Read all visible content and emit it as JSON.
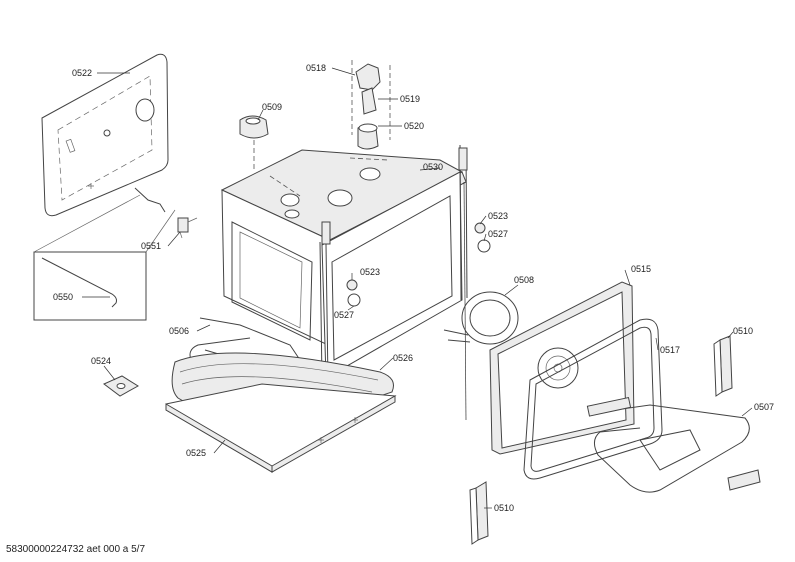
{
  "callouts": {
    "c0522": "0522",
    "c0518": "0518",
    "c0519": "0519",
    "c0509": "0509",
    "c0520": "0520",
    "c0530": "0530",
    "c0523a": "0523",
    "c0527a": "0527",
    "c0551": "0551",
    "c0550": "0550",
    "c0523b": "0523",
    "c0527b": "0527",
    "c0508": "0508",
    "c0515": "0515",
    "c0506": "0506",
    "c0526": "0526",
    "c0524": "0524",
    "c0517": "0517",
    "c0510a": "0510",
    "c0507": "0507",
    "c0525": "0525",
    "c0510b": "0510"
  },
  "footer": {
    "doc_id": "58300000224732 aet 000 a 5/7"
  },
  "colors": {
    "line": "#444444",
    "fill": "#ececec"
  }
}
